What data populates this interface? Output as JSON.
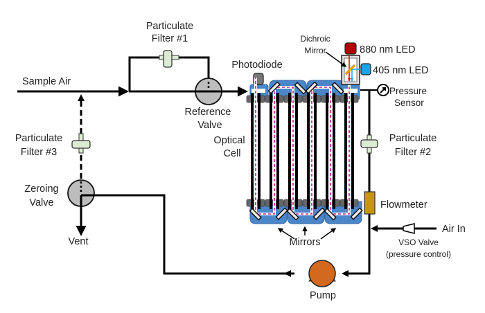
{
  "diagram": {
    "title": "Optical cell gas flow schematic",
    "labels": {
      "sample_air": "Sample Air",
      "filter1_line1": "Particulate",
      "filter1_line2": "Filter #1",
      "filter2_line1": "Particulate",
      "filter2_line2": "Filter #2",
      "filter3_line1": "Particulate",
      "filter3_line2": "Filter #3",
      "ref_valve_line1": "Reference",
      "ref_valve_line2": "Valve",
      "zero_valve_line1": "Zeroing",
      "zero_valve_line2": "Valve",
      "vent": "Vent",
      "photodiode": "Photodiode",
      "optical_cell_line1": "Optical",
      "optical_cell_line2": "Cell",
      "dichroic_line1": "Dichroic",
      "dichroic_line2": "Mirror",
      "led_880": "880 nm LED",
      "led_405": "405 nm LED",
      "pressure_line1": "Pressure",
      "pressure_line2": "Sensor",
      "flowmeter": "Flowmeter",
      "air_in": "Air In",
      "vso_line1": "VSO Valve",
      "vso_line2": "(pressure control)",
      "mirrors": "Mirrors",
      "pump": "Pump"
    },
    "colors": {
      "led_880": "#b30000",
      "led_405": "#1aa3e8",
      "cell_block": "#4a86c8",
      "beam": "#c2188f",
      "pump": "#d2691e",
      "flowmeter": "#c8960a",
      "filter": "#dcebd3",
      "valve": "#bdbdbd",
      "flange": "#666666"
    }
  }
}
